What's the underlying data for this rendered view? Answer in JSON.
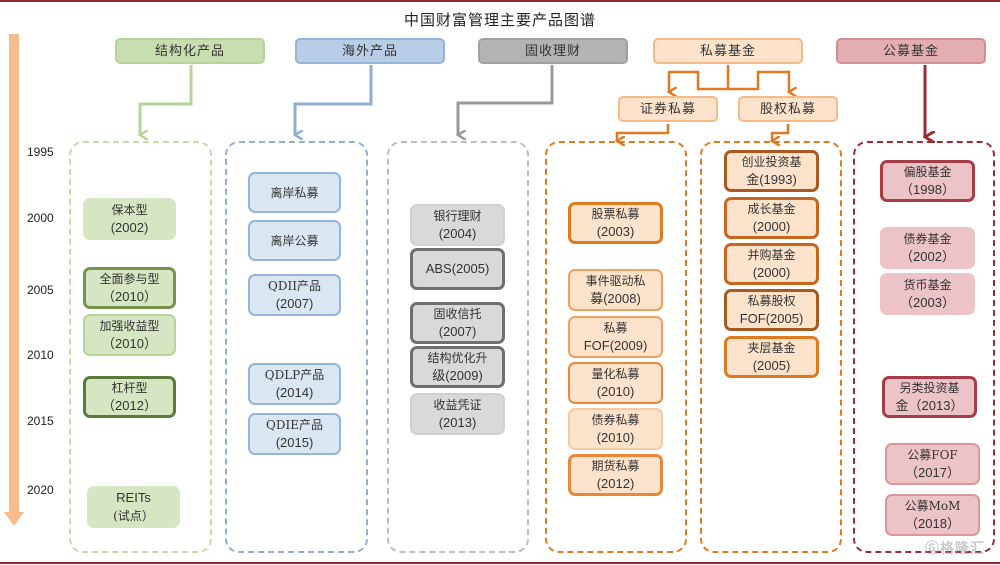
{
  "title": "中国财富管理主要产品图谱",
  "timeline": {
    "direction": "down",
    "years": [
      "1995",
      "2000",
      "2005",
      "2010",
      "2015",
      "2020"
    ]
  },
  "categories": [
    {
      "id": "structured",
      "label": "结构化产品",
      "color": "#c9deb0",
      "border": "#b7d39a",
      "line": "#b7d39a"
    },
    {
      "id": "overseas",
      "label": "海外产品",
      "color": "#b9cde6",
      "border": "#94b4da",
      "line": "#8eaed6"
    },
    {
      "id": "fixed_income",
      "label": "固收理财",
      "color": "#b3b3b3",
      "border": "#a0a0a0",
      "line": "#9a9a9a"
    },
    {
      "id": "private_fund",
      "label": "私募基金",
      "color": "#fde3cc",
      "border": "#f6b98a",
      "line": "#e07a22"
    },
    {
      "id": "public_fund",
      "label": "公募基金",
      "color": "#e2aeb1",
      "border": "#d08f94",
      "line": "#9a2d33"
    }
  ],
  "private_subcategories": [
    {
      "id": "securities_private",
      "label": "证券私募"
    },
    {
      "id": "equity_private",
      "label": "股权私募"
    }
  ],
  "columns": {
    "structured": [
      {
        "line1": "保本型",
        "line2": "(2002)"
      },
      {
        "line1": "全面参与型",
        "line2": "（2010）"
      },
      {
        "line1": "加强收益型",
        "line2": "（2010）"
      },
      {
        "line1": "杠杆型",
        "line2": "（2012）"
      },
      {
        "line1": "REITs",
        "line2": "(试点）"
      }
    ],
    "overseas": [
      {
        "line1": "离岸私募",
        "line2": ""
      },
      {
        "line1": "离岸公募",
        "line2": ""
      },
      {
        "line1": "QDII产品",
        "line2": "(2007)"
      },
      {
        "line1": "QDLP产品",
        "line2": "(2014)"
      },
      {
        "line1": "QDIE产品",
        "line2": "(2015)"
      }
    ],
    "fixed_income": [
      {
        "line1": "银行理财",
        "line2": "(2004)"
      },
      {
        "line1": "ABS(2005)",
        "line2": ""
      },
      {
        "line1": "固收信托",
        "line2": "(2007)"
      },
      {
        "line1": "结构优化升",
        "line2": "级(2009)"
      },
      {
        "line1": "收益凭证",
        "line2": "(2013)"
      }
    ],
    "securities_private": [
      {
        "line1": "股票私募",
        "line2": "(2003)"
      },
      {
        "line1": "事件驱动私",
        "line2": "募(2008)"
      },
      {
        "line1": "私募",
        "line2": "FOF(2009)"
      },
      {
        "line1": "量化私募",
        "line2": "(2010)"
      },
      {
        "line1": "债券私募",
        "line2": "(2010)"
      },
      {
        "line1": "期货私募",
        "line2": "(2012)"
      }
    ],
    "equity_private": [
      {
        "line1": "创业投资基",
        "line2": "金(1993)"
      },
      {
        "line1": "成长基金",
        "line2": "(2000)"
      },
      {
        "line1": "并购基金",
        "line2": "(2000)"
      },
      {
        "line1": "私募股权",
        "line2": "FOF(2005)"
      },
      {
        "line1": "夹层基金",
        "line2": "(2005)"
      }
    ],
    "public_fund": [
      {
        "line1": "偏股基金",
        "line2": "（1998）"
      },
      {
        "line1": "债券基金",
        "line2": "（2002）"
      },
      {
        "line1": "货币基金",
        "line2": "（2003）"
      },
      {
        "line1": "另类投资基",
        "line2": "金（2013）"
      },
      {
        "line1": "公募FOF",
        "line2": "（2017）"
      },
      {
        "line1": "公募MoM",
        "line2": "（2018）"
      }
    ]
  },
  "watermark": "格隆汇"
}
